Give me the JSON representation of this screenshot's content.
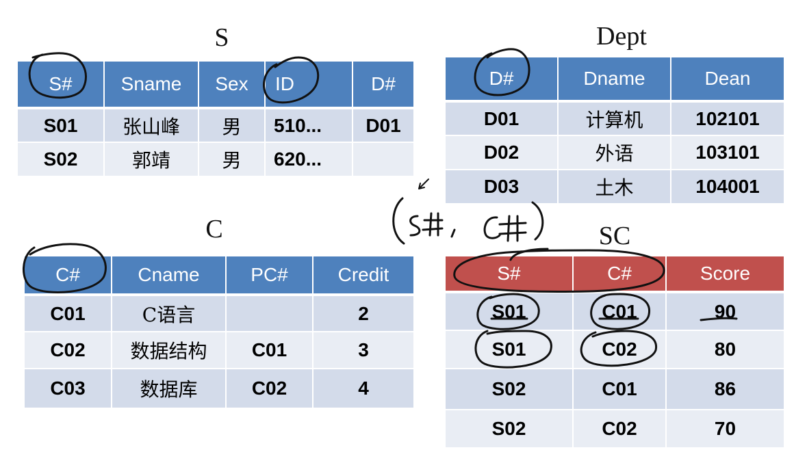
{
  "tables": {
    "s": {
      "title": "S",
      "headers": [
        "S#",
        "Sname",
        "Sex",
        "ID",
        "D#"
      ],
      "rows": [
        [
          "S01",
          "张山峰",
          "男",
          "510...",
          "D01"
        ],
        [
          "S02",
          "郭靖",
          "男",
          "620...",
          ""
        ]
      ]
    },
    "dept": {
      "title": "Dept",
      "headers": [
        "D#",
        "Dname",
        "Dean"
      ],
      "rows": [
        [
          "D01",
          "计算机",
          "102101"
        ],
        [
          "D02",
          "外语",
          "103101"
        ],
        [
          "D03",
          "土木",
          "104001"
        ]
      ]
    },
    "c": {
      "title": "C",
      "headers": [
        "C#",
        "Cname",
        "PC#",
        "Credit"
      ],
      "rows": [
        [
          "C01",
          "C语言",
          "",
          "2"
        ],
        [
          "C02",
          "数据结构",
          "C01",
          "3"
        ],
        [
          "C03",
          "数据库",
          "C02",
          "4"
        ]
      ]
    },
    "sc": {
      "title": "SC",
      "headers": [
        "S#",
        "C#",
        "Score"
      ],
      "rows": [
        [
          "S01",
          "C01",
          "90"
        ],
        [
          "S01",
          "C02",
          "80"
        ],
        [
          "S02",
          "C01",
          "86"
        ],
        [
          "S02",
          "C02",
          "70"
        ]
      ]
    }
  },
  "colors": {
    "header_blue": "#4e81bd",
    "header_red": "#c0504d",
    "row_dark": "#d3dbea",
    "row_light": "#e9edf4"
  },
  "cursor_icon": "pen-cursor-icon"
}
